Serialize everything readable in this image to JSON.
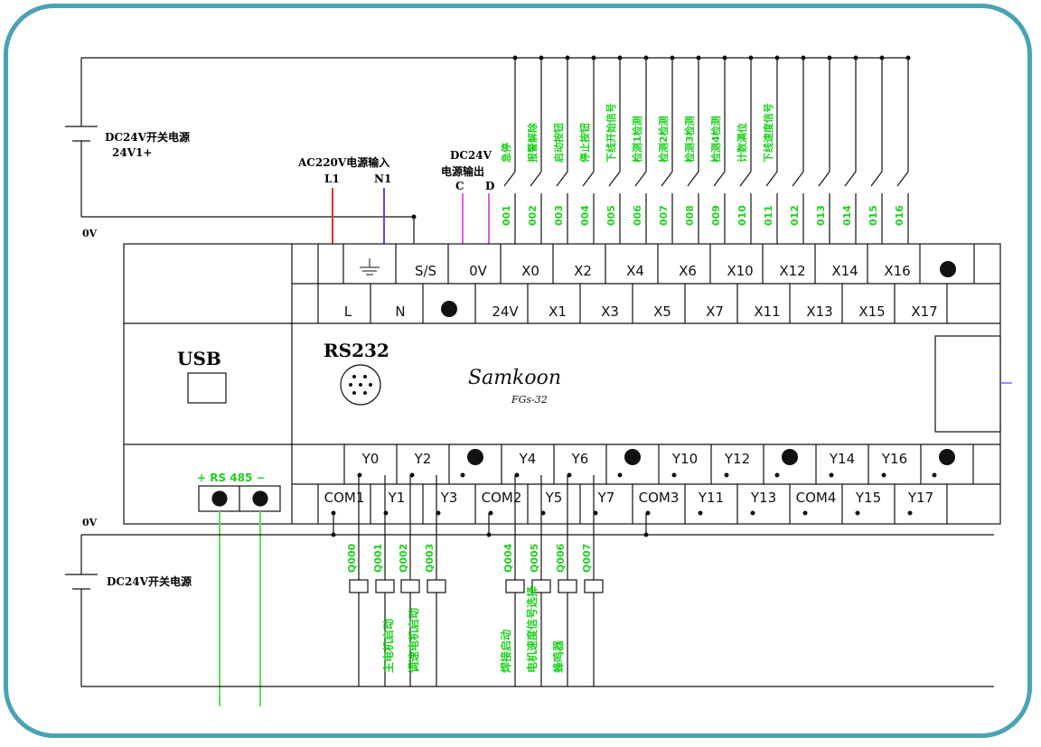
{
  "header": {
    "dc24_top_label": "DC24V开关电源",
    "dc24_top_sub": "24V1+",
    "ov_top": "0V",
    "ac_label": "AC220V电源输入",
    "l1": "L1",
    "n1": "N1",
    "dc_out_1": "DC24V",
    "dc_out_2": "电源输出",
    "c_label": "C",
    "d_label": "D"
  },
  "plc": {
    "usb": "USB",
    "rs232": "RS232",
    "brand": "Samkoon",
    "model": "FGs-32",
    "rs485": "+ RS 485 −"
  },
  "top_row_upper": [
    "S/S",
    "0V",
    "X0",
    "X2",
    "X4",
    "X6",
    "X10",
    "X12",
    "X14",
    "X16"
  ],
  "top_row_lower": [
    "L",
    "N",
    "24V",
    "X1",
    "X3",
    "X5",
    "X7",
    "X11",
    "X13",
    "X15",
    "X17"
  ],
  "bottom_row_upper": [
    "Y0",
    "Y2",
    "Y4",
    "Y6",
    "Y10",
    "Y12",
    "Y14",
    "Y16"
  ],
  "bottom_row_lower": [
    "COM1",
    "Y1",
    "Y3",
    "COM2",
    "Y5",
    "Y7",
    "COM3",
    "Y11",
    "Y13",
    "COM4",
    "Y15",
    "Y17"
  ],
  "input_numbers": [
    "001",
    "002",
    "003",
    "004",
    "005",
    "006",
    "007",
    "008",
    "009",
    "010",
    "011",
    "012",
    "013",
    "014",
    "015",
    "016"
  ],
  "input_labels": [
    "急停",
    "报警解除",
    "启动按钮",
    "停止按钮",
    "下线开始信号",
    "检测1检测",
    "检测2检测",
    "检测3检测",
    "检测4检测",
    "计数满位",
    "下线速度信号"
  ],
  "output_numbers": [
    "Q000",
    "Q001",
    "Q002",
    "Q003",
    "Q004",
    "Q005",
    "Q006",
    "Q007"
  ],
  "output_labels": [
    "主电机启动",
    "调速电机启动",
    "焊接启动",
    "电机速度信号选择",
    "蜂鸣器"
  ],
  "bottom": {
    "ov_bottom": "0V",
    "dc24_bottom_label": "DC24V开关电源"
  },
  "colors": {
    "frame": "#4aa3b5",
    "label_green": "#1ed01e",
    "wire_red": "#e03030",
    "wire_blue": "#4a4aff",
    "wire_magenta": "#e05ce0",
    "wire_green": "#5ce05c"
  }
}
